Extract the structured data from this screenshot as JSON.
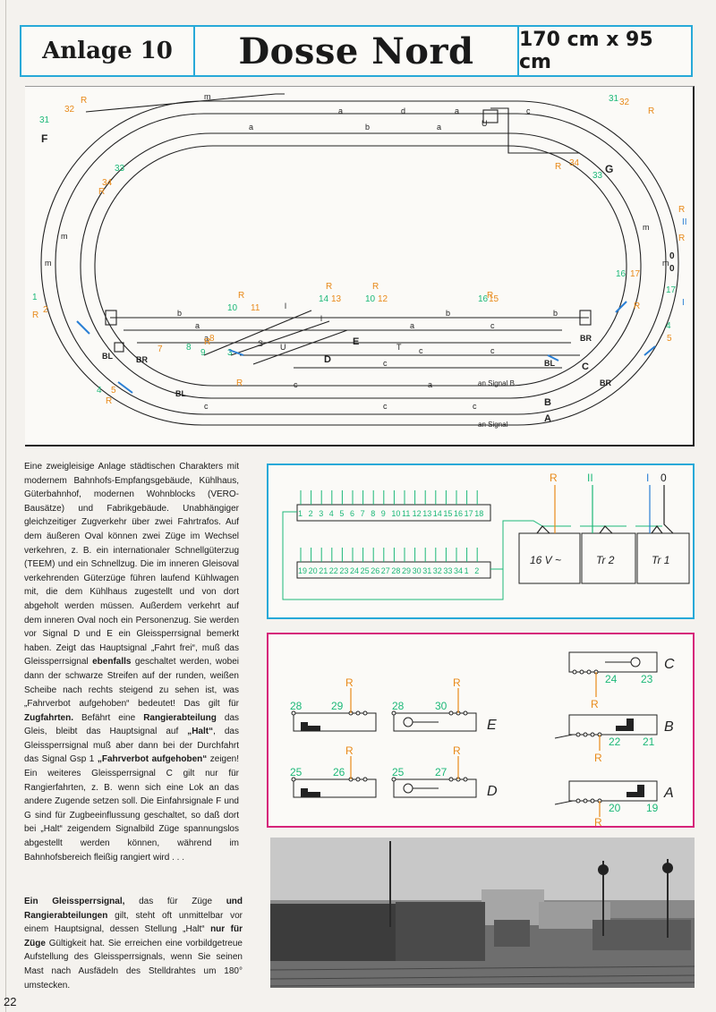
{
  "header": {
    "layout_label": "Anlage 10",
    "title": "Dosse Nord",
    "size": "170 cm x 95 cm"
  },
  "plan": {
    "labels": {
      "left_signal": "F",
      "right_signal": "G",
      "sig_a": "A",
      "sig_b": "B",
      "sig_c": "C",
      "sig_d": "D",
      "sig_e": "E",
      "an_signal_b": "an Signal B",
      "an_signal_a": "an Signal",
      "br": "BR",
      "bl": "BL",
      "r": "R",
      "o": "0",
      "i": "I",
      "ii": "II",
      "num_31": "31",
      "num_32": "32",
      "num_33": "33",
      "num_34": "34",
      "num_1": "1",
      "num_2": "2",
      "num_3": "3",
      "num_4": "4",
      "num_5": "5",
      "num_7": "7",
      "num_8": "8",
      "num_9": "9",
      "num_10": "10",
      "num_11": "11",
      "num_12": "12",
      "num_13": "13",
      "num_14": "14",
      "num_15": "15",
      "num_16": "16",
      "num_17": "17"
    },
    "track_letters": {
      "a": "a",
      "b": "b",
      "c": "c",
      "d": "d",
      "m": "m",
      "l": "l",
      "u": "U",
      "t": "T",
      "s": "S"
    }
  },
  "description": {
    "p1": "Eine zweigleisige Anlage städtischen Charakters mit modernem Bahnhofs-Empfangsgebäude, Kühlhaus, Güterbahnhof, modernen Wohnblocks (VERO-Bausätze) und Fabrikgebäude. Unabhängiger gleichzeitiger Zugverkehr über zwei Fahrtrafos. Auf dem äußeren Oval können zwei Züge im Wechsel verkehren, z. B. ein internationaler Schnellgüterzug (TEEM) und ein Schnellzug. Die im inneren Gleisoval verkehrenden Güterzüge führen laufend Kühlwagen mit, die dem Kühlhaus zugestellt und von dort abgeholt werden müssen. Außerdem verkehrt auf dem inneren Oval noch ein Personenzug. Sie werden vor Signal D und E ein Gleissperrsignal bemerkt haben. Zeigt das Hauptsignal „Fahrt frei“, muß das Gleissperrsignal ",
    "p1_bold1": "ebenfalls",
    "p1b": " geschaltet werden, wobei dann der schwarze Streifen auf der runden, weißen Scheibe nach rechts steigend zu sehen ist, was „Fahrverbot aufgehoben“ bedeutet! Das gilt für ",
    "p1_bold2": "Zugfahrten.",
    "p1c": " Befährt eine ",
    "p1_bold3": "Rangierabteilung",
    "p1d": " das Gleis, bleibt das Hauptsignal auf ",
    "p1_bold4": "„Halt“",
    "p1e": ", das Gleissperrsignal muß aber dann bei der Durchfahrt das Signal Gsp 1 ",
    "p1_bold5": "„Fahrverbot aufgehoben“",
    "p1f": " zeigen! Ein weiteres Gleissperrsignal C gilt nur für Rangierfahrten, z. B. wenn sich eine Lok an das andere Zugende setzen soll. Die Einfahrsignale F und G sind für Zugbeeinflussung geschaltet, so daß dort bei „Halt“ zeigendem Signalbild Züge spannungslos abgestellt werden können, während im Bahnhofsbereich fleißig rangiert wird",
    "dots": " . . .",
    "p2_bold1": "Ein Gleissperrsignal,",
    "p2a": " das für Züge ",
    "p2_bold2": "und Rangierabteilungen",
    "p2b": " gilt, steht oft unmittelbar vor einem Hauptsignal, dessen Stellung „Halt“ ",
    "p2_bold3": "nur für Züge",
    "p2c": " Gültigkeit hat. Sie erreichen eine vorbildgetreue Aufstellung des Gleissperrsignals, wenn Sie seinen Mast nach Ausfädeln des Stelldrahtes um 180° umstecken."
  },
  "wiring": {
    "top_terminals": [
      "1",
      "2",
      "3",
      "4",
      "5",
      "6",
      "7",
      "8",
      "9",
      "10",
      "11",
      "12",
      "13",
      "14",
      "15",
      "16",
      "17",
      "18"
    ],
    "bottom_terminals": [
      "19",
      "20",
      "21",
      "22",
      "23",
      "24",
      "25",
      "26",
      "27",
      "28",
      "29",
      "30",
      "31",
      "32",
      "33",
      "34",
      "1",
      "2"
    ],
    "bus_labels": {
      "r": "R",
      "ii": "II",
      "i": "I",
      "o": "0"
    },
    "transformers": {
      "t1": "16 V ~",
      "t2": "Tr 2",
      "t3": "Tr 1"
    }
  },
  "signals": {
    "r": "R",
    "sig_c": {
      "letter": "C",
      "left": "24",
      "right": "23"
    },
    "sig_b": {
      "letter": "B",
      "left": "22",
      "right": "21"
    },
    "sig_a": {
      "letter": "A",
      "left": "20",
      "right": "19"
    },
    "sig_e": {
      "letter": "E",
      "a1": "28",
      "a2": "29",
      "b1": "28",
      "b2": "30"
    },
    "sig_d": {
      "letter": "D",
      "a1": "25",
      "a2": "26",
      "b1": "25",
      "b2": "27"
    }
  },
  "page_number": "22",
  "colors": {
    "cyan": "#27a9d8",
    "magenta": "#d6247a",
    "orange": "#e88a1a",
    "green": "#1cb878",
    "blue": "#2a7fd4"
  }
}
